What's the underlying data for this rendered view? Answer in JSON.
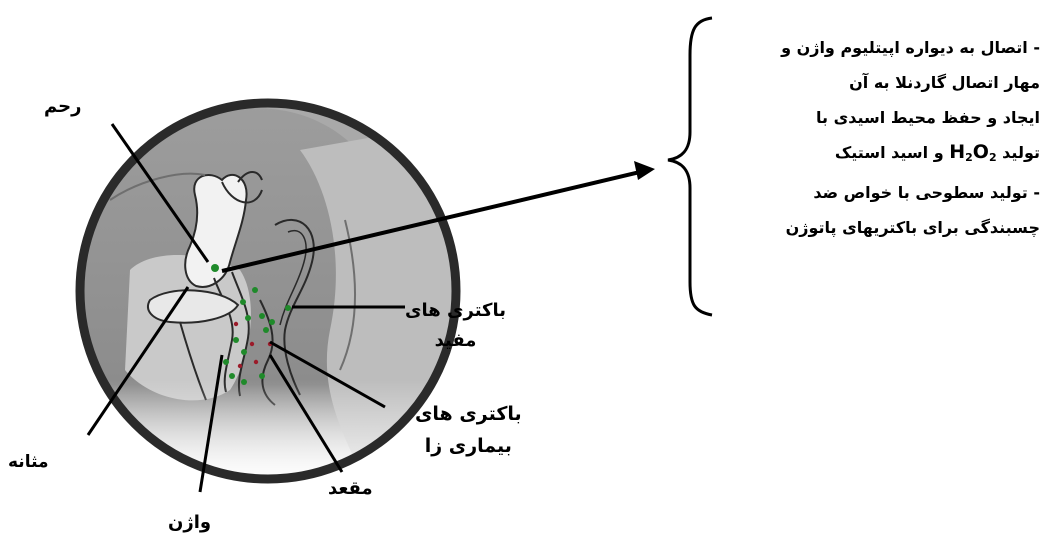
{
  "labels": {
    "uterus": "رحم",
    "beneficial_bacteria": [
      "باکتری های",
      "مفید"
    ],
    "pathogenic_bacteria": [
      "باکتری های",
      "بیماری زا"
    ],
    "bladder": "مثانه",
    "vagina": "واژن",
    "rectum": "مقعد"
  },
  "functions": {
    "line1": "- اتصال به دیواره اپیتلیوم واژن و",
    "line2": "مهار اتصال گاردنلا به آن",
    "line3": "ایجاد و حفظ محیط اسیدی با",
    "line4": {
      "prefix": "تولید",
      "formula_h": "H",
      "formula_h_sub": "2",
      "formula_o": "O",
      "formula_o_sub": "2",
      "suffix": "و اسید استیک"
    },
    "line5": "- تولید سطوحی با خواص ضد",
    "line6": "چسبندگی برای باکتریهای پاتوژن"
  },
  "colors": {
    "outline": "#2a2a2a",
    "tissue_dark": "#8a8a8a",
    "tissue_mid": "#b5b5b5",
    "tissue_light": "#dcdcdc",
    "beneficial_dot": "#1f8a2a",
    "pathogen_dot": "#9b1b2a"
  }
}
